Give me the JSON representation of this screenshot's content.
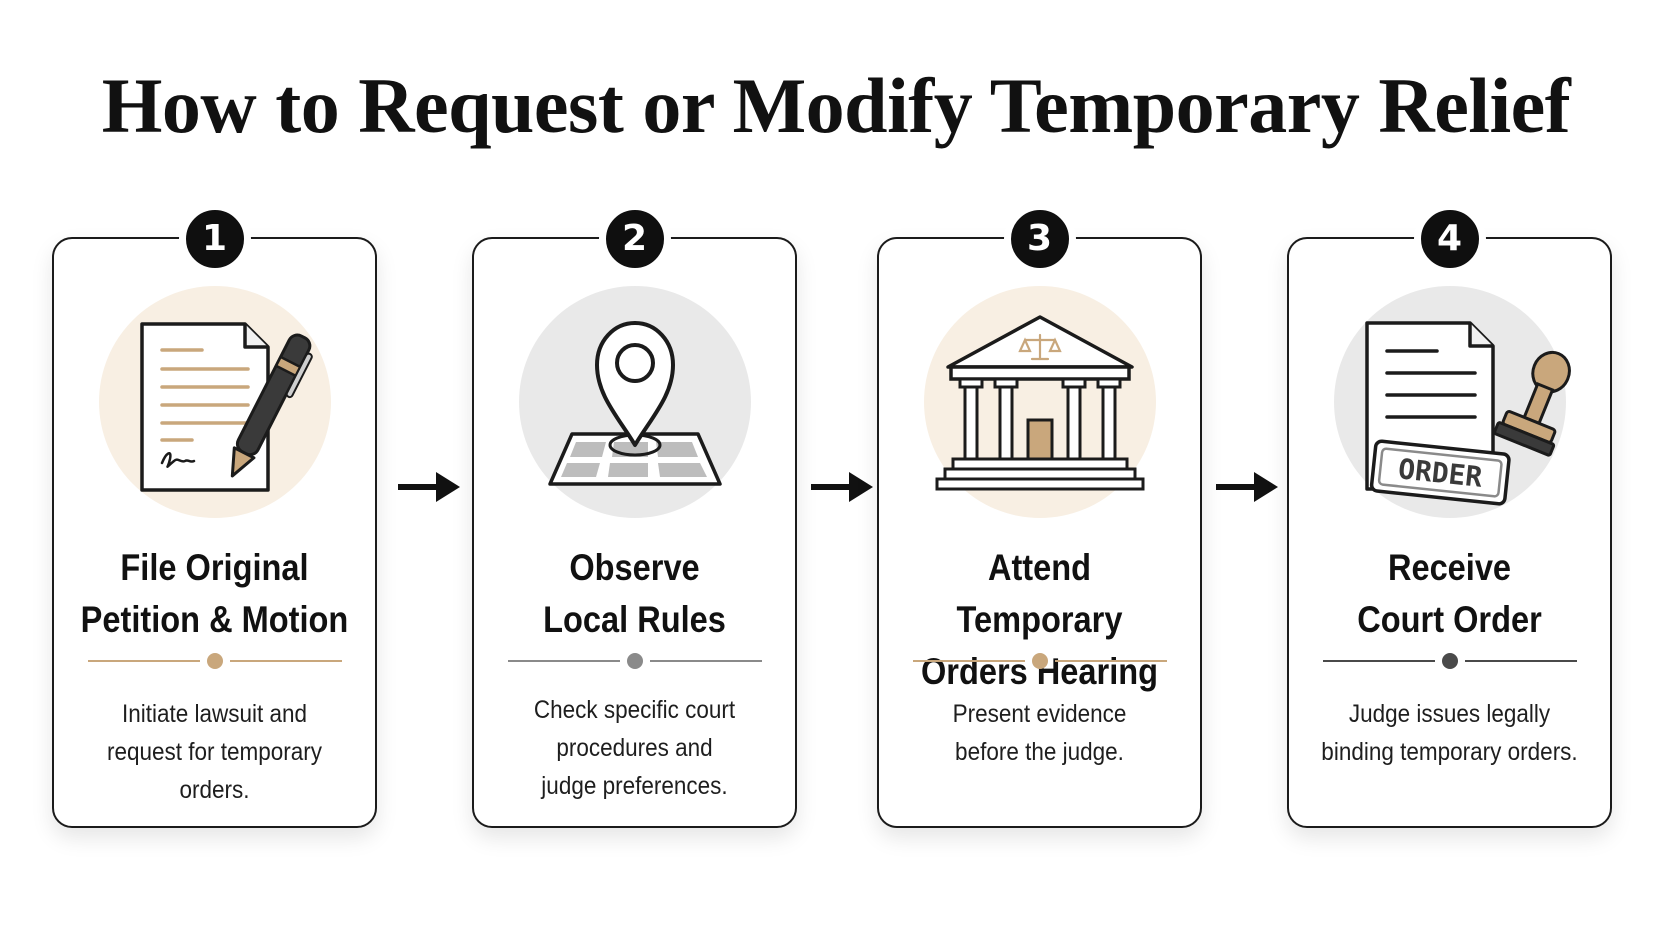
{
  "title": "How to Request or Modify Temporary Relief",
  "colors": {
    "accent_gold": "#c9a77c",
    "accent_gray": "#8a8a8a",
    "icon_bg_warm": "#f8efe3",
    "icon_bg_gray": "#e9e9e9",
    "ink": "#111111"
  },
  "steps": [
    {
      "number": "1",
      "icon": "document-pen-icon",
      "title_line1": "File Original",
      "title_line2": "Petition & Motion",
      "desc_lines": [
        "Initiate lawsuit and",
        "request for temporary orders."
      ],
      "accent": "gold"
    },
    {
      "number": "2",
      "icon": "map-pin-icon",
      "title_line1": "Observe",
      "title_line2": "Local Rules",
      "desc_lines": [
        "Check specific court",
        "procedures and",
        "judge preferences."
      ],
      "accent": "gray"
    },
    {
      "number": "3",
      "icon": "courthouse-icon",
      "title_line1": "Attend Temporary",
      "title_line2": "Orders Hearing",
      "desc_lines": [
        "Present evidence",
        "before the judge."
      ],
      "accent": "gold"
    },
    {
      "number": "4",
      "icon": "order-stamp-icon",
      "stamp_text": "ORDER",
      "title_line1": "Receive",
      "title_line2": "Court Order",
      "desc_lines": [
        "Judge issues legally",
        "binding temporary orders."
      ],
      "accent": "gray"
    }
  ]
}
